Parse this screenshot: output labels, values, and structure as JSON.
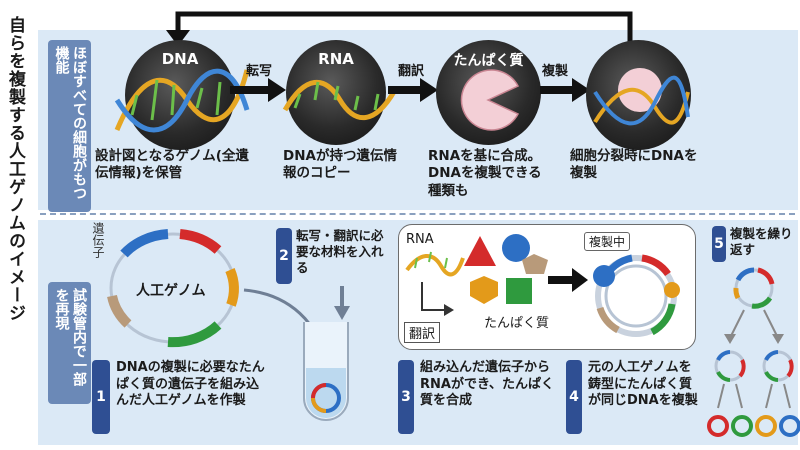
{
  "side_title": "自らを複製する人工ゲノムのイメージ",
  "top": {
    "section_label": "ほぼすべての細胞がもつ機能",
    "dna_label": "DNA",
    "rna_label": "RNA",
    "protein_label": "たんぱく質",
    "arrow1": "転写",
    "arrow2": "翻訳",
    "arrow3": "複製",
    "desc1": "設計図となるゲノム(全遺伝情報)を保管",
    "desc2": "DNAが持つ遺伝情報のコピー",
    "desc3": "RNAを基に合成。DNAを複製できる種類も",
    "desc4": "細胞分裂時にDNAを複製"
  },
  "bottom": {
    "section_label": "試験管内で一部を再現",
    "gene_label": "遺伝子",
    "genome_label": "人工ゲノム",
    "step1_num": "1",
    "step1_text": "DNAの複製に必要なたんぱく質の遺伝子を組み込んだ人工ゲノムを作製",
    "step2_num": "2",
    "step2_text": "転写・翻訳に必要な材料を入れる",
    "step3_num": "3",
    "step3_text": "組み込んだ遺伝子からRNAができ、たんぱく質を合成",
    "step4_num": "4",
    "step4_text": "元の人工ゲノムを鋳型にたんぱく質が同じDNAを複製",
    "step5_num": "5",
    "step5_text": "複製を繰り返す",
    "inset_rna": "RNA",
    "inset_translate": "翻訳",
    "inset_protein": "たんぱく質",
    "inset_copying": "複製中"
  },
  "colors": {
    "panel_bg": "#dbe9f6",
    "tab_bg": "#6b89b7",
    "badge_bg": "#2f4f93",
    "seg_red": "#d42b2b",
    "seg_orange": "#e39a1a",
    "seg_green": "#2f9a3e",
    "seg_blue": "#2d6fc4",
    "seg_tan": "#b89a7a"
  }
}
